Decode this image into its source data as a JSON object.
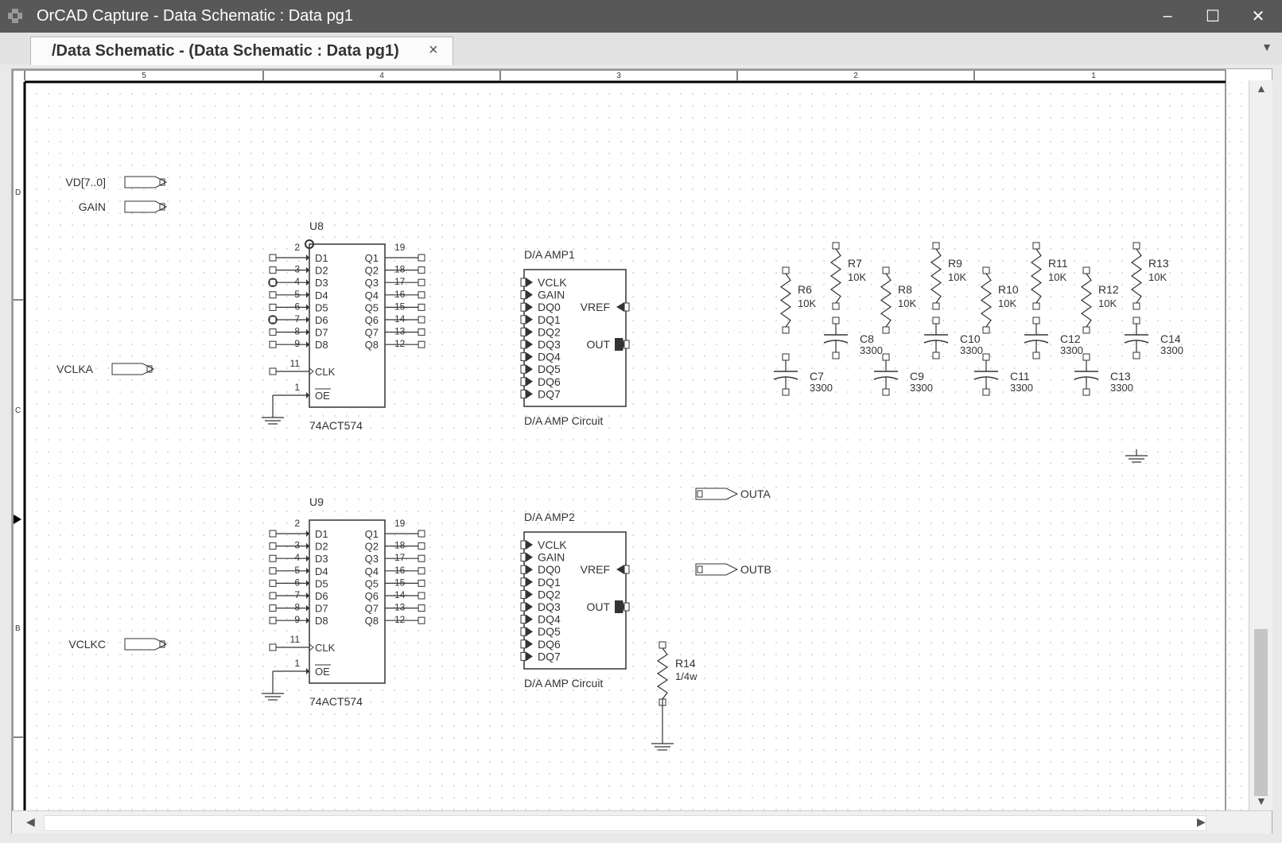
{
  "window": {
    "title": "OrCAD Capture - Data Schematic : Data pg1",
    "minimize": "–",
    "maximize": "☐",
    "close": "✕"
  },
  "tab": {
    "label": "/Data Schematic - (Data Schematic : Data pg1)",
    "close": "×",
    "menu": "▼"
  },
  "ruler": {
    "columns": [
      "5",
      "4",
      "3",
      "2",
      "1"
    ],
    "rows": [
      "D",
      "C",
      "B"
    ]
  },
  "ports": {
    "vd": "VD[7..0]",
    "gain": "GAIN",
    "vclka": "VCLKA",
    "vclkc": "VCLKC",
    "outa": "OUTA",
    "outb": "OUTB"
  },
  "u8": {
    "ref": "U8",
    "part": "74ACT574",
    "inputs": [
      "D1",
      "D2",
      "D3",
      "D4",
      "D5",
      "D6",
      "D7",
      "D8"
    ],
    "outputs": [
      "Q1",
      "Q2",
      "Q3",
      "Q4",
      "Q5",
      "Q6",
      "Q7",
      "Q8"
    ],
    "in_pins": [
      "3",
      "4",
      "5",
      "6",
      "7",
      "8",
      "9"
    ],
    "out_pins": [
      "18",
      "17",
      "16",
      "15",
      "14",
      "13",
      "12"
    ],
    "pin_top_left": "2",
    "pin_top_right": "19",
    "clk": "CLK",
    "clk_pin": "11",
    "oe": "OE",
    "oe_pin": "1"
  },
  "u9": {
    "ref": "U9",
    "part": "74ACT574",
    "inputs": [
      "D1",
      "D2",
      "D3",
      "D4",
      "D5",
      "D6",
      "D7",
      "D8"
    ],
    "outputs": [
      "Q1",
      "Q2",
      "Q3",
      "Q4",
      "Q5",
      "Q6",
      "Q7",
      "Q8"
    ],
    "in_pins": [
      "3",
      "4",
      "5",
      "6",
      "7",
      "8",
      "9"
    ],
    "out_pins": [
      "18",
      "17",
      "16",
      "15",
      "14",
      "13",
      "12"
    ],
    "pin_top_left": "2",
    "pin_top_right": "19",
    "clk": "CLK",
    "clk_pin": "11",
    "oe": "OE",
    "oe_pin": "1"
  },
  "amp1": {
    "ref": "D/A AMP1",
    "name": "D/A AMP Circuit",
    "pins": [
      "VCLK",
      "GAIN",
      "DQ0",
      "DQ1",
      "DQ2",
      "DQ3",
      "DQ4",
      "DQ5",
      "DQ6",
      "DQ7"
    ],
    "vref": "VREF",
    "out": "OUT"
  },
  "amp2": {
    "ref": "D/A AMP2",
    "name": "D/A AMP Circuit",
    "pins": [
      "VCLK",
      "GAIN",
      "DQ0",
      "DQ1",
      "DQ2",
      "DQ3",
      "DQ4",
      "DQ5",
      "DQ6",
      "DQ7"
    ],
    "vref": "VREF",
    "out": "OUT"
  },
  "resistors": [
    {
      "ref": "R6",
      "value": "10K"
    },
    {
      "ref": "R7",
      "value": "10K"
    },
    {
      "ref": "R8",
      "value": "10K"
    },
    {
      "ref": "R9",
      "value": "10K"
    },
    {
      "ref": "R10",
      "value": "10K"
    },
    {
      "ref": "R11",
      "value": "10K"
    },
    {
      "ref": "R12",
      "value": "10K"
    },
    {
      "ref": "R13",
      "value": "10K"
    }
  ],
  "capacitors": [
    {
      "ref": "C7",
      "value": "3300"
    },
    {
      "ref": "C8",
      "value": "3300"
    },
    {
      "ref": "C9",
      "value": "3300"
    },
    {
      "ref": "C10",
      "value": "3300"
    },
    {
      "ref": "C11",
      "value": "3300"
    },
    {
      "ref": "C12",
      "value": "3300"
    },
    {
      "ref": "C13",
      "value": "3300"
    },
    {
      "ref": "C14",
      "value": "3300"
    }
  ],
  "r14": {
    "ref": "R14",
    "value": "1/4w"
  },
  "scroll": {
    "up": "▲",
    "down": "▼",
    "left": "◀",
    "right": "▶"
  }
}
